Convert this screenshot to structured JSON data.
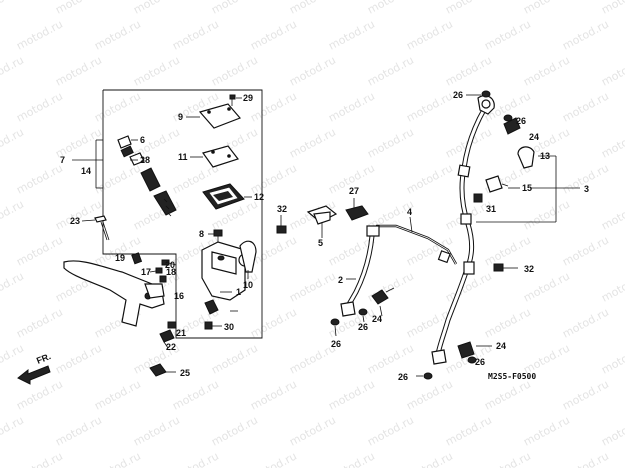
{
  "watermark": "motod.ru",
  "diagram_code": "M2S5-F0500",
  "direction_label": "FR.",
  "callouts": {
    "n1": "1",
    "n2": "2",
    "n3": "3",
    "n4": "4",
    "n5": "5",
    "n6": "6",
    "n7": "7",
    "n8": "8",
    "n9": "9",
    "n10": "10",
    "n11": "11",
    "n12": "12",
    "n13": "13",
    "n14": "14",
    "n15": "15",
    "n16": "16",
    "n17": "17",
    "n18": "18",
    "n19": "19",
    "n20": "20",
    "n21": "21",
    "n22": "22",
    "n23": "23",
    "n24": "24",
    "n25": "25",
    "n26": "26",
    "n27": "27",
    "n28": "28",
    "n29": "29",
    "n30": "30",
    "n31": "31",
    "n32": "32"
  }
}
